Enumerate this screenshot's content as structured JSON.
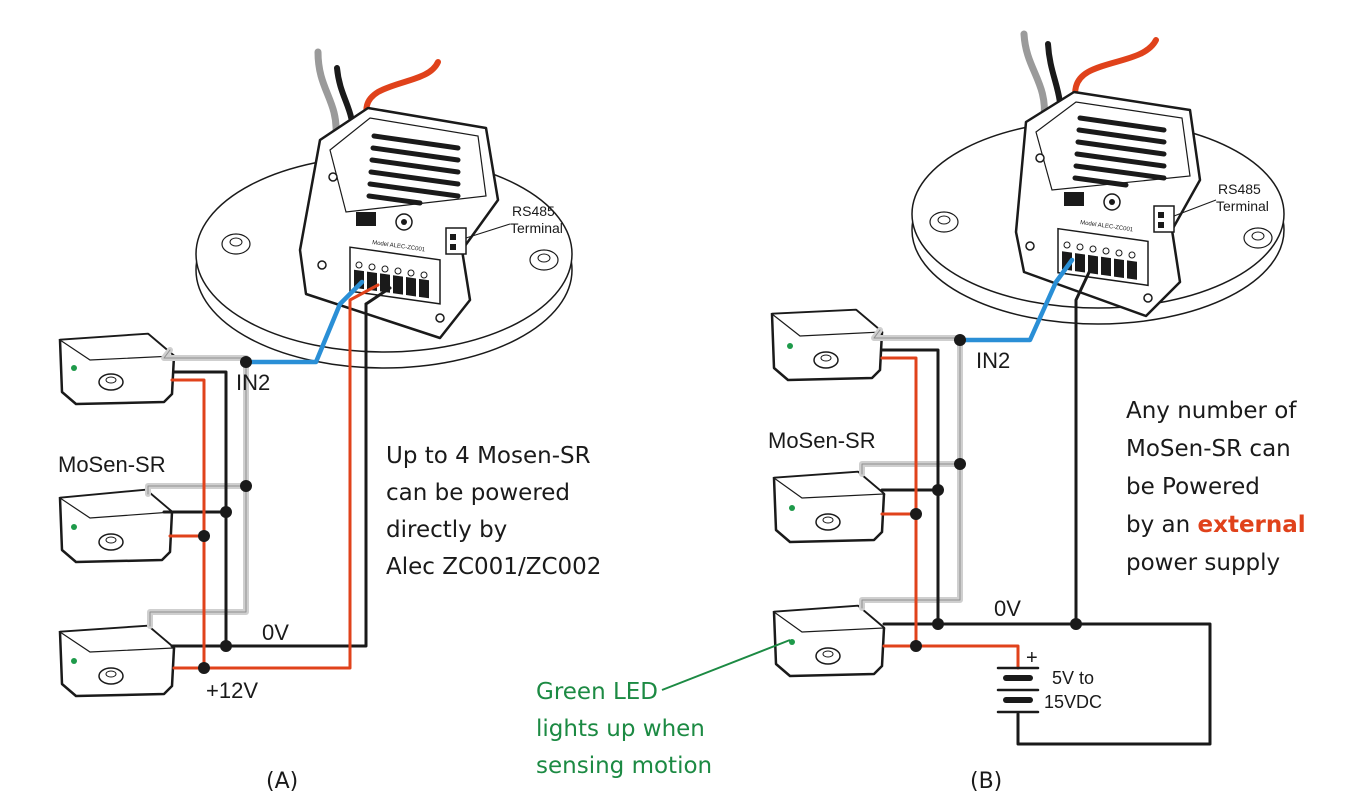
{
  "colors": {
    "wire_black": "#1a1a1a",
    "wire_gray": "#9a9a9a",
    "wire_light": "#cfcfcf",
    "wire_red": "#e0421b",
    "wire_blue": "#2a8fd6",
    "led_green": "#1e9a4a",
    "note_green": "#1c8a43",
    "emphasis_red": "#e0421b"
  },
  "panel_a": {
    "caption": "(A)",
    "terminal_label": [
      "RS485",
      "Terminal"
    ],
    "device_model": "Model ALEC-ZC001",
    "input_label": "IN2",
    "sensor_label": "MoSen-SR",
    "zero_volt_label": "0V",
    "supply_label": "+12V",
    "note_lines": [
      "Up to 4 Mosen-SR",
      "can be powered",
      "directly by",
      "Alec ZC001/ZC002"
    ]
  },
  "panel_b": {
    "caption": "(B)",
    "terminal_label": [
      "RS485",
      "Terminal"
    ],
    "device_model": "Model ALEC-ZC001",
    "input_label": "IN2",
    "sensor_label": "MoSen-SR",
    "zero_volt_label": "0V",
    "battery_plus": "+",
    "battery_label": [
      "5V to",
      "15VDC"
    ],
    "note_lines": [
      "Any number of",
      "MoSen-SR can",
      "be Powered"
    ],
    "note_line4_prefix": "by an ",
    "note_line4_emphasis": "external",
    "note_line5": "power supply",
    "led_note_lines": [
      "Green LED",
      "lights up when",
      "sensing motion"
    ]
  }
}
